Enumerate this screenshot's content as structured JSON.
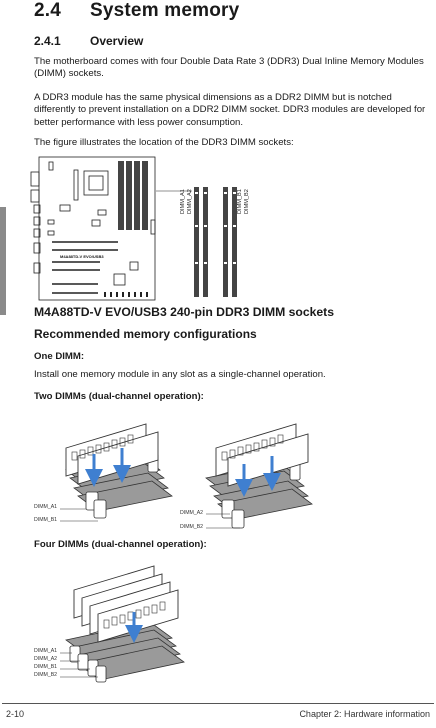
{
  "section": {
    "number": "2.4",
    "title": "System memory"
  },
  "subsection": {
    "number": "2.4.1",
    "title": "Overview"
  },
  "paragraphs": [
    "The motherboard comes with four Double Data Rate 3 (DDR3) Dual Inline Memory Modules (DIMM) sockets.",
    "A DDR3 module has the same physical dimensions as a DDR2 DIMM but is notched differently to prevent installation on a DDR2 DIMM socket. DDR3 modules are developed for better performance with less power consumption.",
    "The figure illustrates the location of the DDR3 DIMM sockets:"
  ],
  "figure": {
    "board_text": "M4A88TD-V EVO/USB3",
    "socket_labels": [
      "DIMM_A1",
      "DIMM_A2",
      "DIMM_B1",
      "DIMM_B2"
    ],
    "caption": "M4A88TD-V EVO/USB3 240-pin DDR3 DIMM sockets"
  },
  "recommended": {
    "title": "Recommended memory configurations",
    "one_dimm_title": "One DIMM:",
    "one_dimm_desc": "Install one memory module in any slot as a single-channel operation.",
    "two_dimms_title": "Two DIMMs (dual-channel operation):",
    "two_left_labels": [
      "DIMM_A1",
      "DIMM_B1"
    ],
    "two_right_labels": [
      "DIMM_A2",
      "DIMM_B2"
    ],
    "four_dimms_title": "Four DIMMs (dual-channel operation):",
    "four_labels": [
      "DIMM_A1",
      "DIMM_A2",
      "DIMM_B1",
      "DIMM_B2"
    ]
  },
  "footer": {
    "page": "2-10",
    "chapter": "Chapter 2: Hardware information"
  },
  "colors": {
    "arrow_blue": "#3f7fd0",
    "side_tab": "#8a8a8a"
  }
}
